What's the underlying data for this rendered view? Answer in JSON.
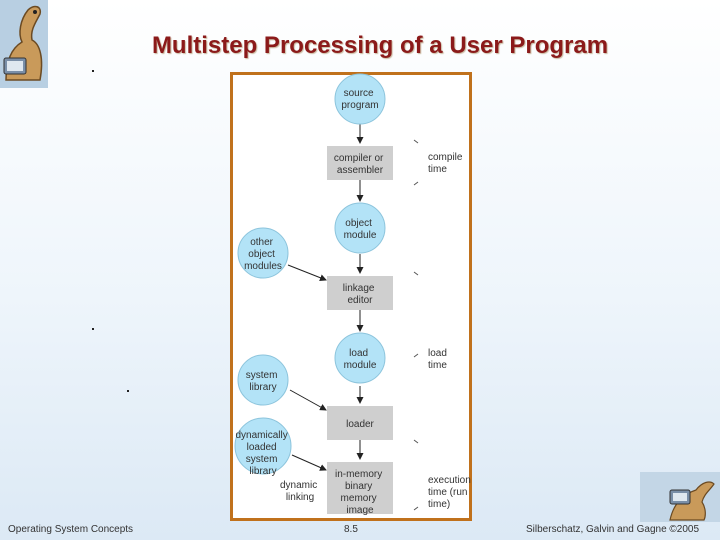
{
  "slide": {
    "title": "Multistep Processing of a User Program"
  },
  "diagram": {
    "nodes": {
      "source_program": [
        "source",
        "program"
      ],
      "compiler_or_assembler": [
        "compiler or",
        "assembler"
      ],
      "object_module": [
        "object",
        "module"
      ],
      "other_object_modules": [
        "other",
        "object",
        "modules"
      ],
      "linkage_editor": [
        "linkage",
        "editor"
      ],
      "load_module": [
        "load",
        "module"
      ],
      "system_library": [
        "system",
        "library"
      ],
      "loader": [
        "loader"
      ],
      "dynamically_loaded_system_library": [
        "dynamically",
        "loaded",
        "system",
        "library"
      ],
      "in_memory_binary_memory_image": [
        "in-memory",
        "binary",
        "memory",
        "image"
      ]
    },
    "annotations": {
      "compile_time": [
        "compile",
        "time"
      ],
      "load_time": [
        "load",
        "time"
      ],
      "execution_time": [
        "execution",
        "time (run",
        "time)"
      ],
      "dynamic_linking": [
        "dynamic",
        "linking"
      ]
    }
  },
  "footer": {
    "left": "Operating System Concepts",
    "center": "8.5",
    "right": "Silberschatz, Galvin and Gagne ©2005"
  }
}
